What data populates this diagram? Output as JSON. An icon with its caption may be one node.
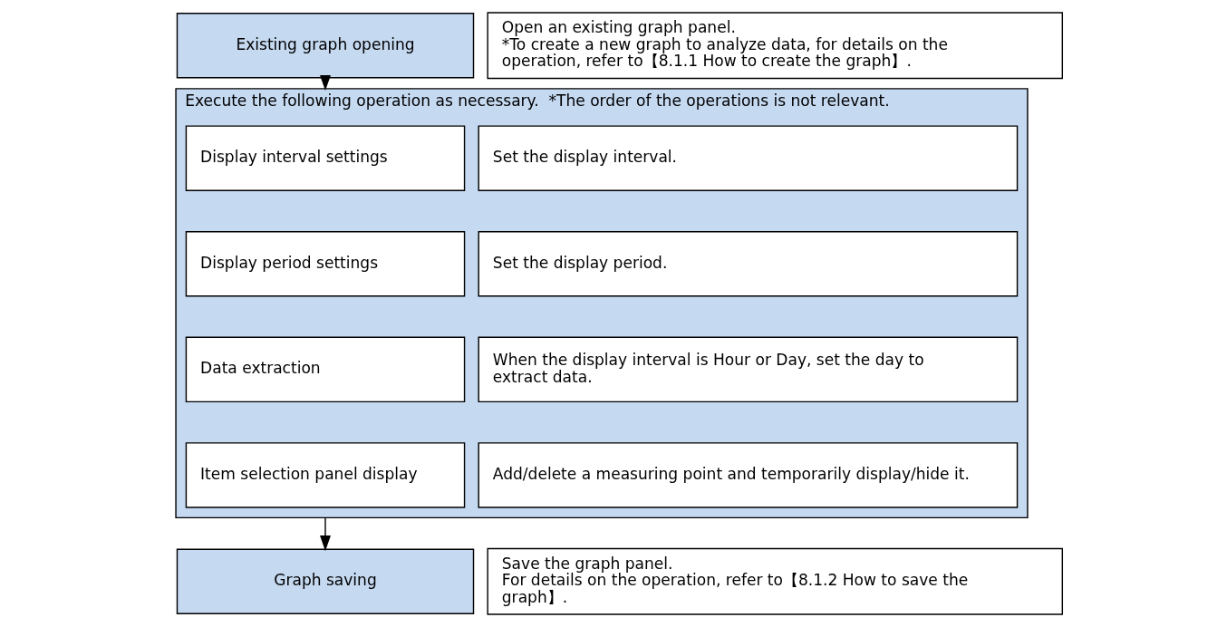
{
  "diagram": {
    "nodes": [
      {
        "text": [
          "Existing graph opening"
        ]
      },
      {
        "text": [
          "Open an existing graph panel.",
          "*To create a new graph to analyze data, for details on the operation, refer to【8.1.1 How to create the graph】."
        ]
      },
      {
        "text": [
          "Execute the following operation as necessary.  *The order of the operations is not relevant."
        ]
      },
      {
        "text": [
          "Display interval settings"
        ],
        "in": 2
      },
      {
        "text": [
          "Set the display interval."
        ],
        "in": 2
      },
      {
        "text": [
          "Display period settings"
        ],
        "in": 2
      },
      {
        "text": [
          "Set the display period."
        ],
        "in": 2
      },
      {
        "text": [
          "Data extraction"
        ],
        "in": 2
      },
      {
        "text": [
          "When the display interval is Hour or Day, set the day to extract data."
        ],
        "in": 2
      },
      {
        "text": [
          "Item selection panel display"
        ],
        "in": 2
      },
      {
        "text": [
          "Add/delete a measuring point and temporarily display/hide it."
        ],
        "in": 2
      },
      {
        "text": [
          "Graph saving"
        ]
      },
      {
        "text": [
          "Save the graph panel.",
          "For details on the operation, refer to【8.1.2 How to save the graph】."
        ]
      }
    ],
    "edges": [
      {
        "from": 0,
        "to": 2,
        "arrow": "to"
      },
      {
        "from": 2,
        "to": 11,
        "arrow": "to"
      }
    ]
  }
}
